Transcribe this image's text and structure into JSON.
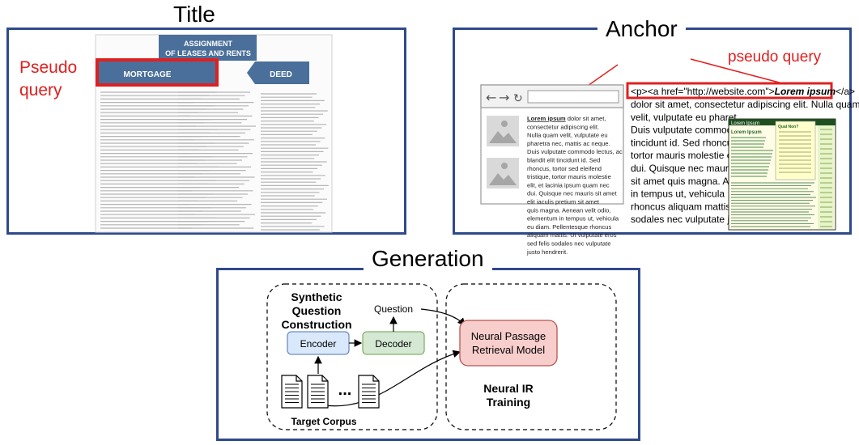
{
  "panels": {
    "title": {
      "heading": "Title",
      "pseudo_query_line1": "Pseudo",
      "pseudo_query_line2": "query",
      "doc_banner_line1": "ASSIGNMENT",
      "doc_banner_line2": "OF LEASES AND RENTS",
      "mortgage_label": "MORTGAGE",
      "deed_label": "DEED"
    },
    "anchor": {
      "heading": "Anchor",
      "pseudo_query": "pseudo query",
      "html_prefix": "<p><a href=\"http://website.com\">",
      "html_anchor_text": "Lorem  ipsum",
      "html_suffix": "</a>",
      "browser_anchor_word": "Lorem ipsum",
      "browser_paragraph": "dolor sit amet, consectetur adipiscing elit. Nulla quam velit, vulputate eu pharetra nec, mattis ac neque. Duis vulputate commodo lectus, ac blandit elit tincidunt id. Sed rhoncus, tortor sed eleifend tristique, tortor mauris molestie elit, et lacinia ipsum quam nec dui. Quisque nec mauris sit amet elit iaculis pretium sit amet quis magna. Aenean velit odio, elementum in tempus ut, vehicula eu diam. Pellentesque rhoncus aliquam mattis. Ut vulputate eros sed felis sodales nec vulputate justo hendrerit.",
      "big_text_lines": [
        "dolor sit amet, consectetur adipiscing elit. Nulla quam",
        "velit, vulputate eu pharet",
        "Duis vulputate commod",
        "tincidunt id. Sed rhoncus,",
        "tortor mauris molestie elit,",
        "dui. Quisque nec mauris",
        "sit amet quis magna. Aen",
        "in tempus ut, vehicula",
        "rhoncus aliquam mattis.",
        "sodales nec vulputate just"
      ],
      "webpage_title": "Lorem Ipsum",
      "webpage_heading": "Lorem Ipsum",
      "webpage_sidebar_heading": "Qual Non?"
    },
    "generation": {
      "heading": "Generation",
      "sqc_line1": "Synthetic",
      "sqc_line2": "Question",
      "sqc_line3": "Construction",
      "question": "Question",
      "encoder": "Encoder",
      "decoder": "Decoder",
      "ellipsis": "...",
      "target_corpus": "Target Corpus",
      "npr_line1": "Neural Passage",
      "npr_line2": "Retrieval Model",
      "nir_line1": "Neural IR",
      "nir_line2": "Training"
    }
  },
  "colors": {
    "panel_border": "#2f4a8a",
    "red": "#e02020",
    "encoder_fill": "#dae8fc",
    "encoder_stroke": "#6c8ebf",
    "decoder_fill": "#d5e8d4",
    "decoder_stroke": "#82b366",
    "npr_fill": "#f8cecc",
    "npr_stroke": "#b85450",
    "doc_blue": "#4a6f9a"
  }
}
